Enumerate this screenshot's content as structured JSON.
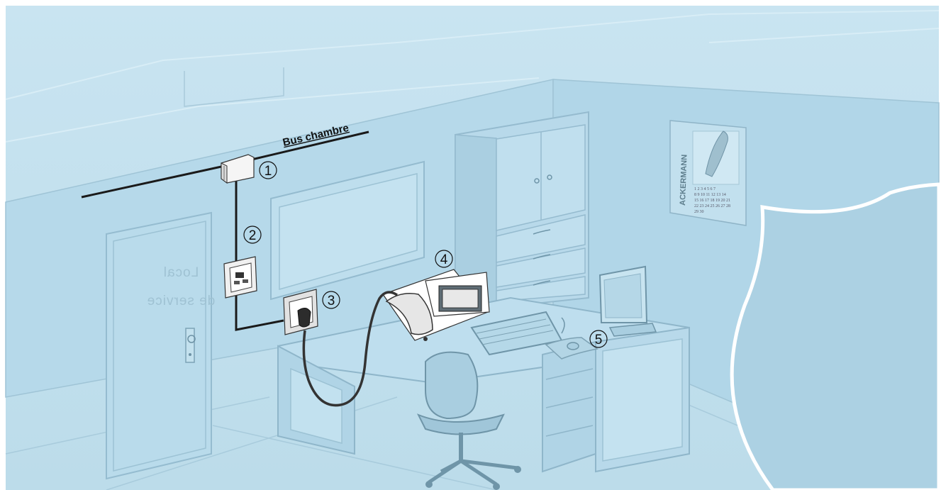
{
  "diagram": {
    "bus_label": "Bus chambre",
    "door_sign": [
      "Local",
      "de service"
    ],
    "calendar": {
      "brand": "ACKERMANN",
      "rows": [
        "1 2 3 4 5 6 7",
        "8 9 10 11 12 13 14",
        "15 16 17 18 19 20 21",
        "22 23 24 25 26 27 28",
        "29 30"
      ]
    },
    "callouts": [
      {
        "id": "1",
        "text": "1",
        "component": "bus-coupler"
      },
      {
        "id": "2",
        "text": "2",
        "component": "connection-cable"
      },
      {
        "id": "3",
        "text": "3",
        "component": "wall-socket"
      },
      {
        "id": "4",
        "text": "4",
        "component": "service-terminal"
      },
      {
        "id": "5",
        "text": "5",
        "component": "workstation-pc"
      }
    ]
  },
  "colors": {
    "background": "#c6e2ef",
    "wall": "#b3d8e9",
    "line": "#8fb8cb",
    "cable": "#1a1a1a"
  }
}
